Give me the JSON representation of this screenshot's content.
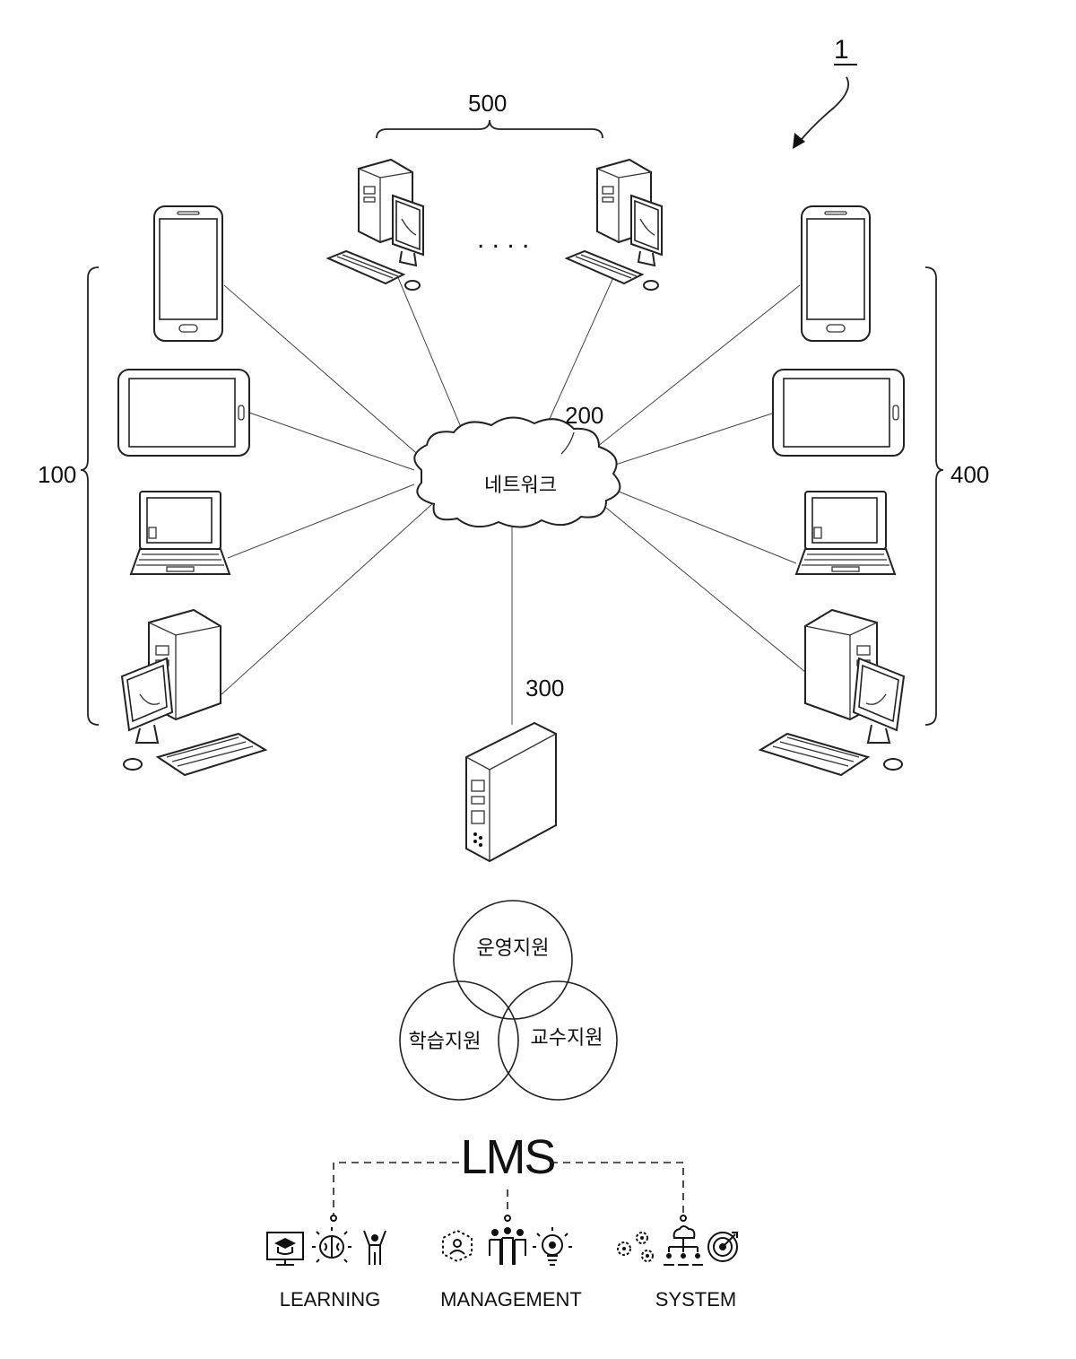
{
  "figure": {
    "ref_main": "1",
    "ref_clients": "100",
    "ref_network": "200",
    "ref_server": "300",
    "ref_other_clients": "400",
    "ref_top_clients": "500",
    "network_label": "네트워크",
    "ellipsis": ". . . ."
  },
  "venn": {
    "top": "운영지원",
    "left": "학습지원",
    "right": "교수지원"
  },
  "lms": {
    "title": "LMS",
    "groups": [
      {
        "label": "LEARNING",
        "icons": [
          "monitor-graduation-icon",
          "brain-icon",
          "person-raising-arms-icon"
        ]
      },
      {
        "label": "MANAGEMENT",
        "icons": [
          "network-person-icon",
          "team-icon",
          "lightbulb-gear-icon"
        ]
      },
      {
        "label": "SYSTEM",
        "icons": [
          "gears-icon",
          "cloud-hierarchy-icon",
          "target-icon"
        ]
      }
    ]
  }
}
